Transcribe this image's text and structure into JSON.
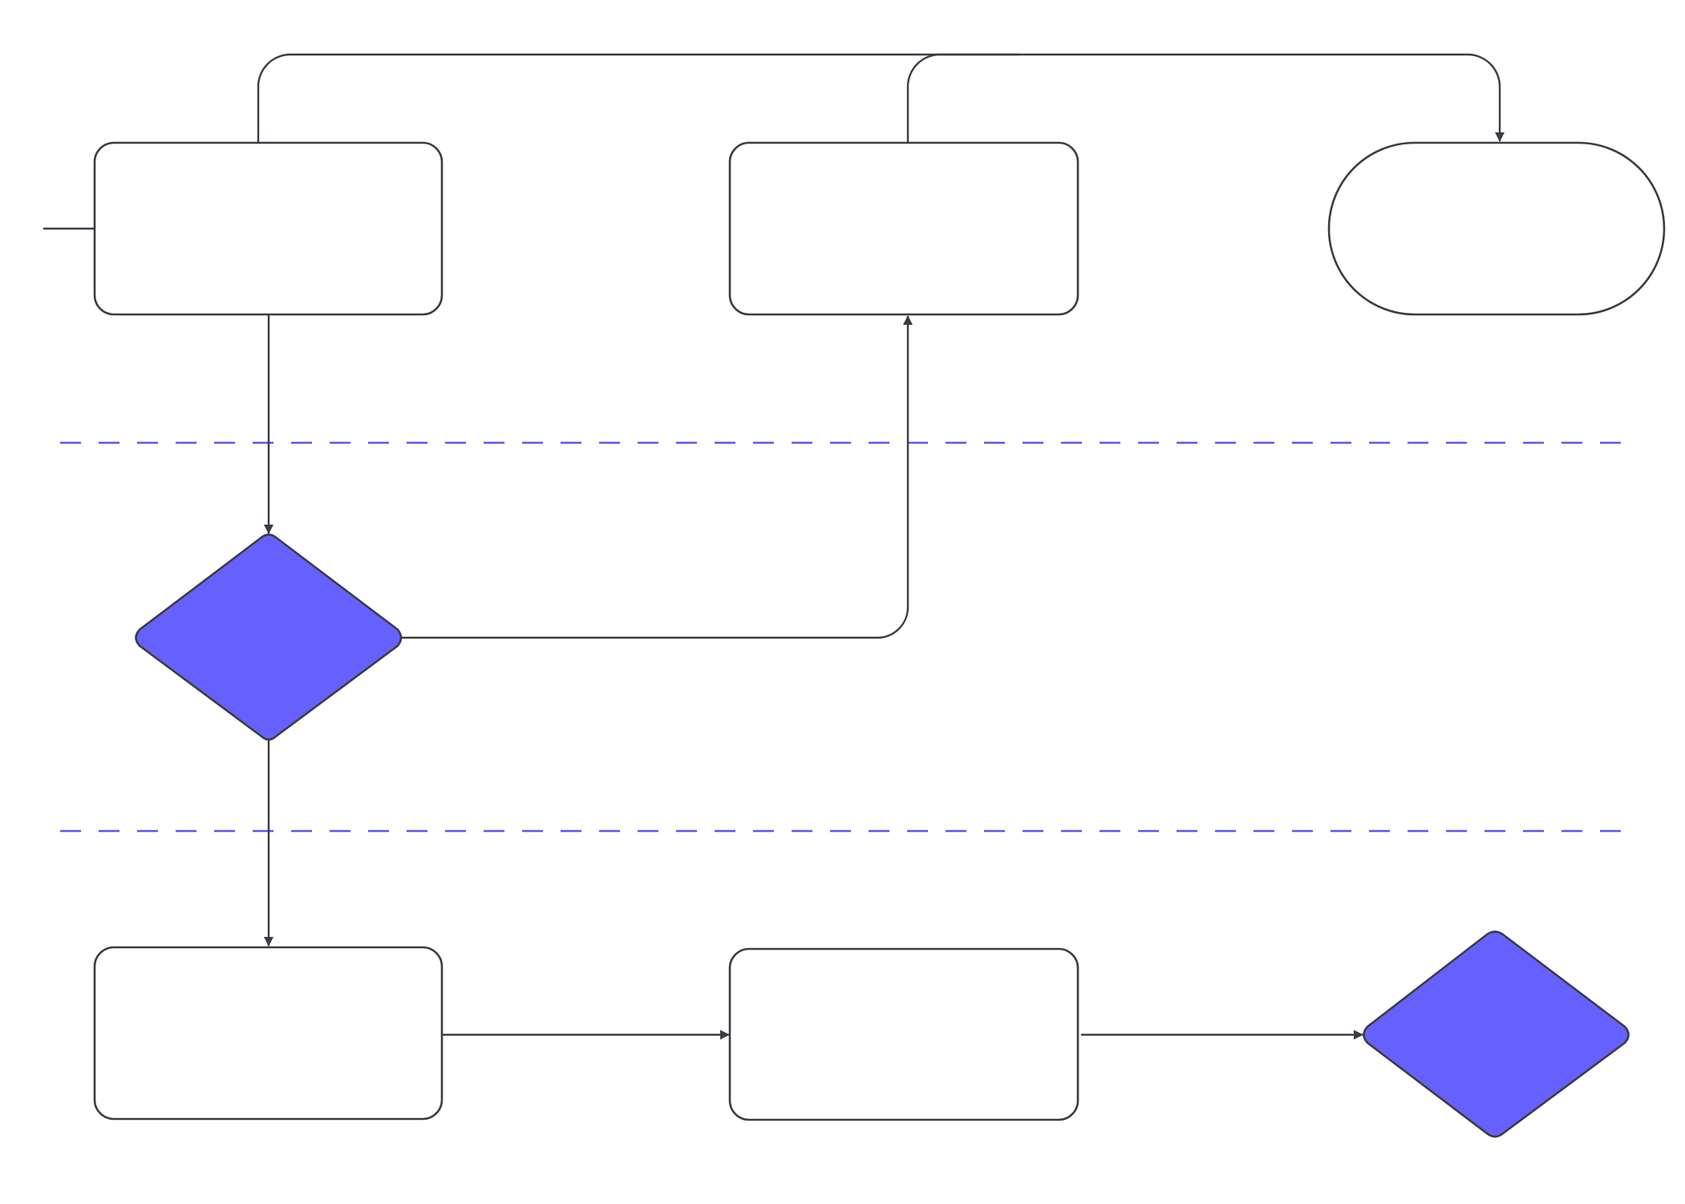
{
  "diagram": {
    "type": "flowchart",
    "colors": {
      "decision_fill": "#6661fe",
      "stroke": "#3a3d44",
      "lane_divider": "#5b57f2",
      "background": "#ffffff"
    },
    "nodes": [
      {
        "id": "process-1",
        "shape": "rounded-rectangle",
        "label": ""
      },
      {
        "id": "process-2",
        "shape": "rounded-rectangle",
        "label": ""
      },
      {
        "id": "terminator",
        "shape": "stadium",
        "label": ""
      },
      {
        "id": "decision-1",
        "shape": "diamond",
        "label": ""
      },
      {
        "id": "process-3",
        "shape": "rounded-rectangle",
        "label": ""
      },
      {
        "id": "process-4",
        "shape": "rounded-rectangle",
        "label": ""
      },
      {
        "id": "decision-2",
        "shape": "diamond",
        "label": ""
      }
    ],
    "edges": [
      {
        "from": "process-1",
        "to": "terminator"
      },
      {
        "from": "process-2",
        "to": "terminator"
      },
      {
        "from": "process-1",
        "to": "decision-1"
      },
      {
        "from": "decision-1",
        "to": "process-2"
      },
      {
        "from": "decision-1",
        "to": "process-3"
      },
      {
        "from": "process-3",
        "to": "process-4"
      },
      {
        "from": "process-4",
        "to": "decision-2"
      }
    ],
    "lane_dividers": 2
  }
}
